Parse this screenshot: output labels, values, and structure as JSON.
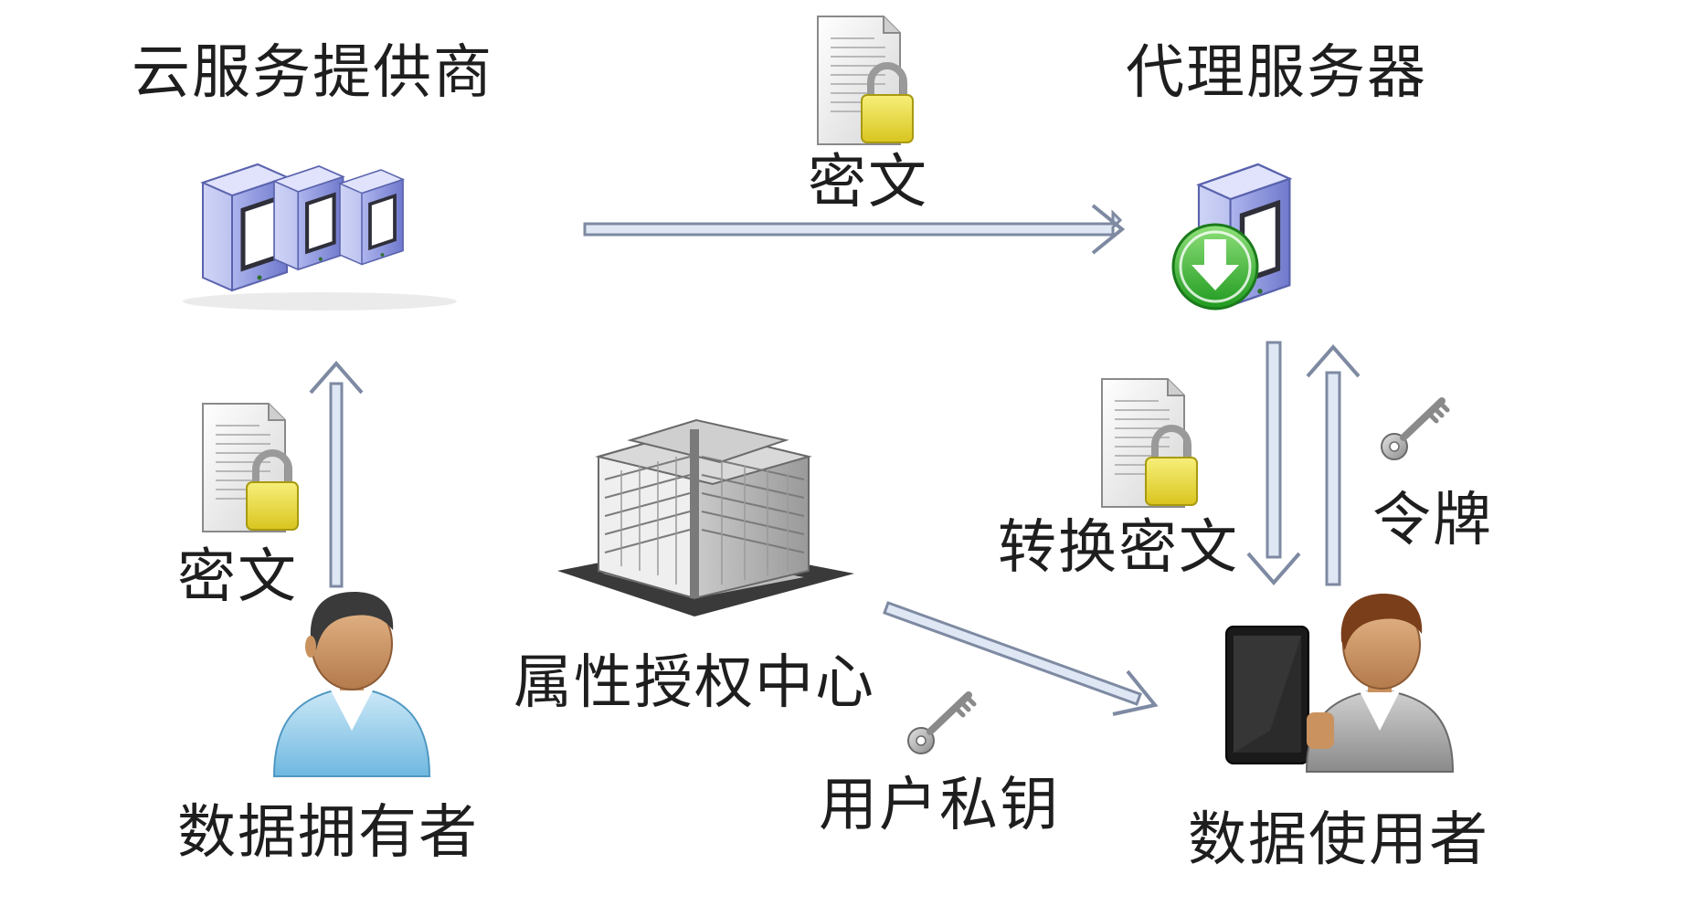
{
  "nodes": {
    "cloud_provider": {
      "label": "云服务提供商",
      "icon": "server-cluster-icon"
    },
    "proxy_server": {
      "label": "代理服务器",
      "icon": "server-download-icon"
    },
    "attribute_authority": {
      "label": "属性授权中心",
      "icon": "office-building-icon"
    },
    "data_owner": {
      "label": "数据拥有者",
      "icon": "user-icon"
    },
    "data_user": {
      "label": "数据使用者",
      "icon": "user-tablet-icon"
    }
  },
  "edges": {
    "cloud_to_proxy": {
      "label": "密文",
      "icon": "locked-document-icon"
    },
    "owner_to_cloud": {
      "label": "密文",
      "icon": "locked-document-icon"
    },
    "proxy_to_user": {
      "label": "转换密文",
      "icon": "locked-document-icon"
    },
    "user_to_proxy": {
      "label": "令牌",
      "icon": "key-icon"
    },
    "authority_to_user": {
      "label": "用户私钥",
      "icon": "key-icon"
    }
  },
  "colors": {
    "arrow_fill": "#dfe7f5",
    "arrow_stroke": "#7e8aa2",
    "server_blue": "#7c86d6",
    "lock_yellow": "#f0e24a",
    "download_green": "#2fae2f",
    "text": "#1e1e1e"
  }
}
